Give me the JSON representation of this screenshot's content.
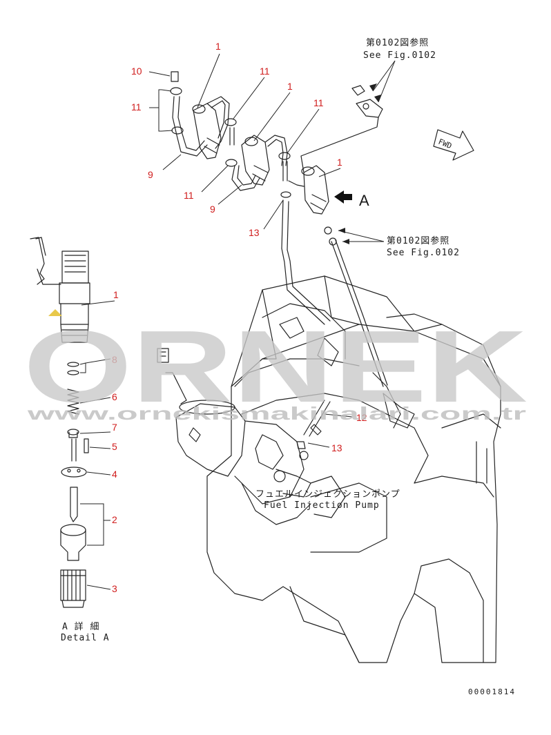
{
  "callouts": {
    "c1_top": "1",
    "c10": "10",
    "c11_left": "11",
    "c11_top": "11",
    "c1_mid": "1",
    "c11_right": "11",
    "c1_right": "1",
    "c9_left": "9",
    "c11_low": "11",
    "c9_low": "9",
    "c13_top": "13",
    "c12": "12",
    "c13_low": "13",
    "d1": "1",
    "d8": "8",
    "d6": "6",
    "d7": "7",
    "d5": "5",
    "d4": "4",
    "d2": "2",
    "d3": "3"
  },
  "refs": {
    "ref_top_jp": "第0102図参照",
    "ref_top_en": "See Fig.0102",
    "ref_mid_jp": "第0102図参照",
    "ref_mid_en": "See Fig.0102"
  },
  "view_arrow_label": "A",
  "fwd_label": "FWD",
  "pump_label_jp": "フュエルインジェクションポンプ",
  "pump_label_en": "Fuel Injection Pump",
  "detail_label_jp": "A 詳 細",
  "detail_label_en": "Detail A",
  "drawing_number": "00001814",
  "watermark": {
    "brand": "ORNEK",
    "url": "www.ornekismakinalari.com.tr"
  },
  "colors": {
    "callout": "#d01c1c",
    "ink": "#222222",
    "watermark": "#c9c9c9",
    "accent": "#e8c84a"
  }
}
